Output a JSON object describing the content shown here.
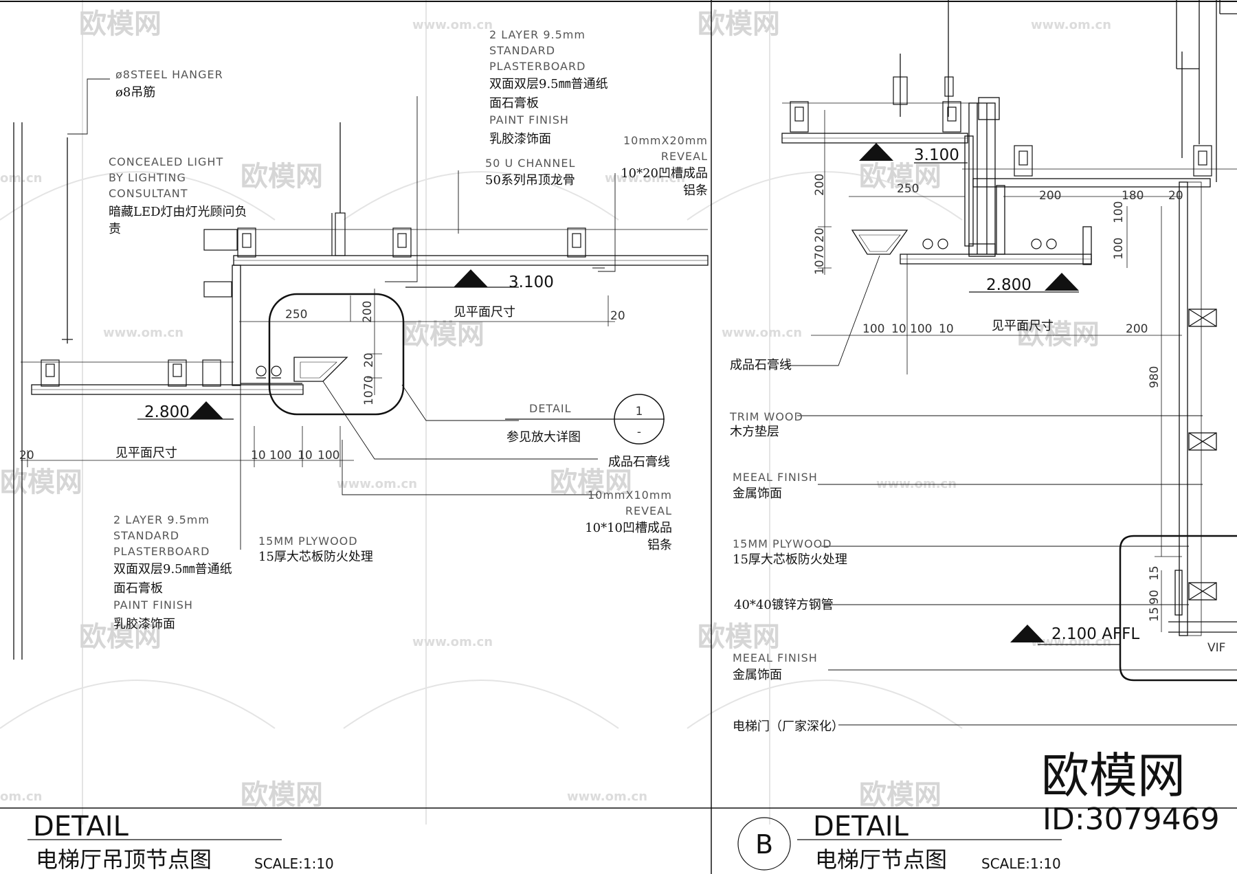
{
  "left_panel": {
    "labels": {
      "hanger_en": "ø8STEEL HANGER",
      "hanger_zh": "ø8吊筋",
      "light_en_1": "CONCEALED LIGHT",
      "light_en_2": "BY LIGHTING",
      "light_en_3": "CONSULTANT",
      "light_zh_1": "暗藏LED灯由灯光顾问负",
      "light_zh_2": "责",
      "board_top_en_1": "2 LAYER 9.5mm",
      "board_top_en_2": "STANDARD",
      "board_top_en_3": "PLASTERBOARD",
      "board_top_zh_1": "双面双层9.5㎜普通纸",
      "board_top_zh_2": "面石膏板",
      "paint_top_en": "PAINT FINISH",
      "paint_top_zh": "乳胶漆饰面",
      "channel_en": "50 U CHANNEL",
      "channel_zh": "50系列吊顶龙骨",
      "reveal_top_en_1": "10mmX20mm",
      "reveal_top_en_2": "REVEAL",
      "reveal_top_zh_1": "10*20凹槽成品",
      "reveal_top_zh_2": "铝条",
      "detail_en": "DETAIL",
      "detail_zh": "参见放大详图",
      "detail_num": "1",
      "detail_sub": "-",
      "gypsum_line": "成品石膏线",
      "reveal_bot_en_1": "10mmX10mm",
      "reveal_bot_en_2": "REVEAL",
      "reveal_bot_zh_1": "10*10凹槽成品",
      "reveal_bot_zh_2": "铝条",
      "board_bot_en_1": "2 LAYER 9.5mm",
      "board_bot_en_2": "STANDARD",
      "board_bot_en_3": "PLASTERBOARD",
      "board_bot_zh_1": "双面双层9.5㎜普通纸",
      "board_bot_zh_2": "面石膏板",
      "paint_bot_en": "PAINT FINISH",
      "paint_bot_zh": "乳胶漆饰面",
      "plywood_en": "15MM PLYWOOD",
      "plywood_zh": "15厚大芯板防火处理",
      "see_plan_1": "见平面尺寸",
      "see_plan_2": "见平面尺寸"
    },
    "levels": {
      "high": "3.100",
      "low": "2.800"
    },
    "dims": {
      "d250": "250",
      "d200": "200",
      "d20a": "20",
      "d70": "70",
      "d10a": "10",
      "d20b": "20",
      "d20c": "20",
      "b10a": "10",
      "b100a": "100",
      "b10b": "10",
      "b100b": "100"
    },
    "title": {
      "detail": "DETAIL",
      "name": "电梯厅吊顶节点图",
      "scale": "SCALE:1:10"
    }
  },
  "right_panel": {
    "labels": {
      "gypsum_line": "成品石膏线",
      "trim_en": "TRIM WOOD",
      "trim_zh": "木方垫层",
      "metal1_en": "MEEAL FINISH",
      "metal1_zh": "金属饰面",
      "plywood_en": "15MM PLYWOOD",
      "plywood_zh": "15厚大芯板防火处理",
      "steel_zh": "40*40镀锌方钢管",
      "metal2_en": "MEEAL FINISH",
      "metal2_zh": "金属饰面",
      "door_zh": "电梯门（厂家深化）",
      "see_plan": "见平面尺寸",
      "vif": "VIF"
    },
    "levels": {
      "high": "3.100",
      "low": "2.800",
      "door": "2.100 AFFL"
    },
    "dims": {
      "d250": "250",
      "d200a": "200",
      "d180": "180",
      "d20": "20",
      "d200v": "200",
      "d100a": "100",
      "d100b": "100",
      "v10": "10",
      "v70": "70",
      "v20": "20",
      "h100a": "100",
      "h10a": "10",
      "h100b": "100",
      "h10b": "10",
      "d200b": "200",
      "d980": "980",
      "d15a": "15",
      "d90": "90",
      "d15b": "15"
    },
    "title": {
      "circle": "B",
      "detail": "DETAIL",
      "name": "电梯厅节点图",
      "scale": "SCALE:1:10"
    }
  },
  "watermark": {
    "brand": "欧模网",
    "url": "www.om.cn",
    "url_short": "om.cn",
    "id": "ID:3079469"
  }
}
